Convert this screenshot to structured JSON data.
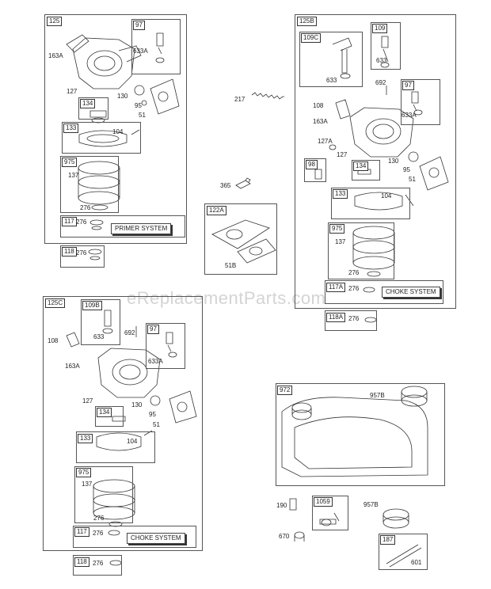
{
  "watermark": "eReplacementParts.com",
  "g125": {
    "group": "125",
    "t97": "97",
    "l163a": "163A",
    "l633a": "633A",
    "l127": "127",
    "t134": "134",
    "l130": "130",
    "l95": "95",
    "l51": "51",
    "t133": "133",
    "l104": "104",
    "t975": "975",
    "l137": "137",
    "l276": "276",
    "t117": "117",
    "l276b": "276",
    "sys": "PRIMER SYSTEM",
    "t118": "118",
    "l276c": "276"
  },
  "center": {
    "l217": "217",
    "l365": "365",
    "t122a": "122A",
    "l51b": "51B"
  },
  "g125b": {
    "group": "125B",
    "t109c": "109C",
    "l633": "633",
    "t109": "109",
    "l633b": "633",
    "l692": "692",
    "t97": "97",
    "l633a": "633A",
    "l108": "108",
    "l163a": "163A",
    "l127a": "127A",
    "l127": "127",
    "t98": "98",
    "t134": "134",
    "l130": "130",
    "l95": "95",
    "l51": "51",
    "t133": "133",
    "l104": "104",
    "t975": "975",
    "l137": "137",
    "l276": "276",
    "t117a": "117A",
    "l276b": "276",
    "sys": "CHOKE SYSTEM",
    "t118a": "118A",
    "l276c": "276"
  },
  "g125c": {
    "group": "125C",
    "t109b": "109B",
    "l633": "633",
    "l692": "692",
    "t97": "97",
    "l633a": "633A",
    "l108": "108",
    "l163a": "163A",
    "l127": "127",
    "t134": "134",
    "l130": "130",
    "l95": "95",
    "l51": "51",
    "t133": "133",
    "l104": "104",
    "t975": "975",
    "l137": "137",
    "l276": "276",
    "t117": "117",
    "l276b": "276",
    "sys": "CHOKE SYSTEM",
    "t118": "118",
    "l276c": "276"
  },
  "g972": {
    "t972": "972",
    "l957b": "957B",
    "l190": "190",
    "t1059": "1059",
    "l957b2": "957B",
    "l670": "670",
    "t187": "187",
    "l601": "601"
  }
}
